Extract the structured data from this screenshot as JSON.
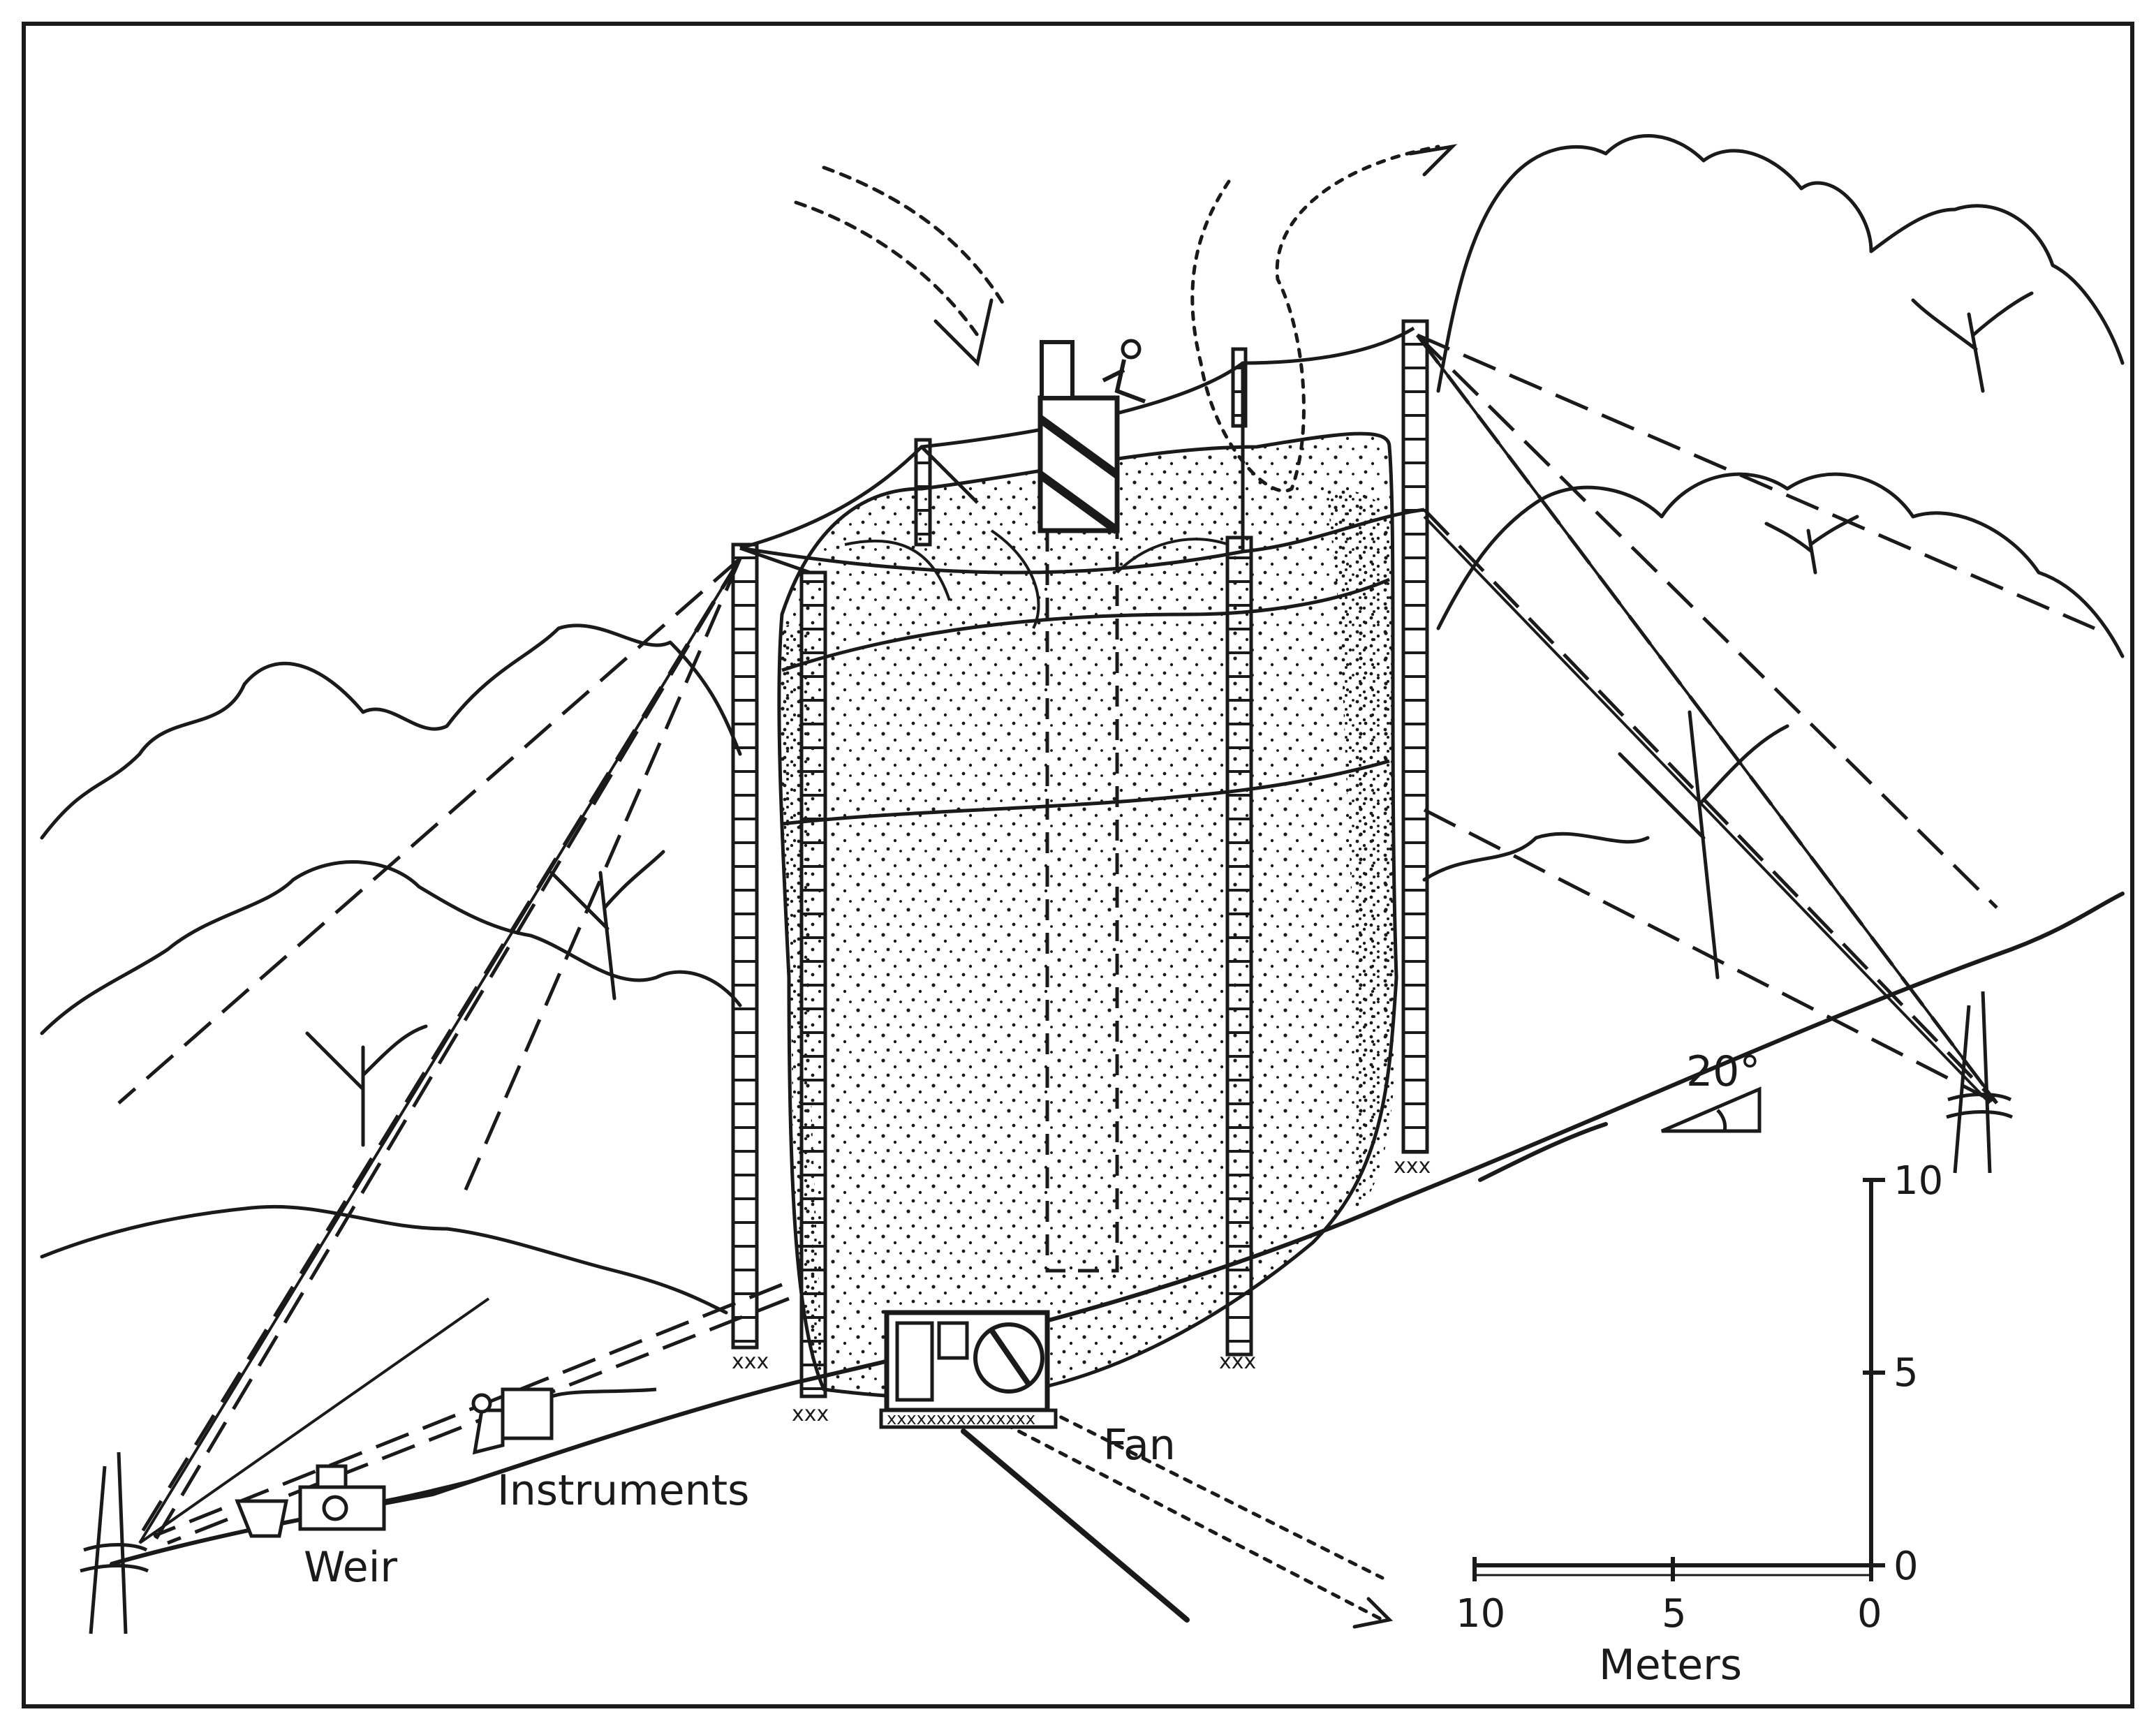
{
  "labels": {
    "weir": "Weir",
    "instruments": "Instruments",
    "fan": "Fan",
    "slope": "20°"
  },
  "scale_bar": {
    "unit": "Meters",
    "horizontal_ticks": [
      "10",
      "5",
      "0"
    ],
    "vertical_ticks": [
      "10",
      "5",
      "0"
    ]
  },
  "colors": {
    "ink": "#1a1a1a",
    "background": "#ffffff"
  }
}
